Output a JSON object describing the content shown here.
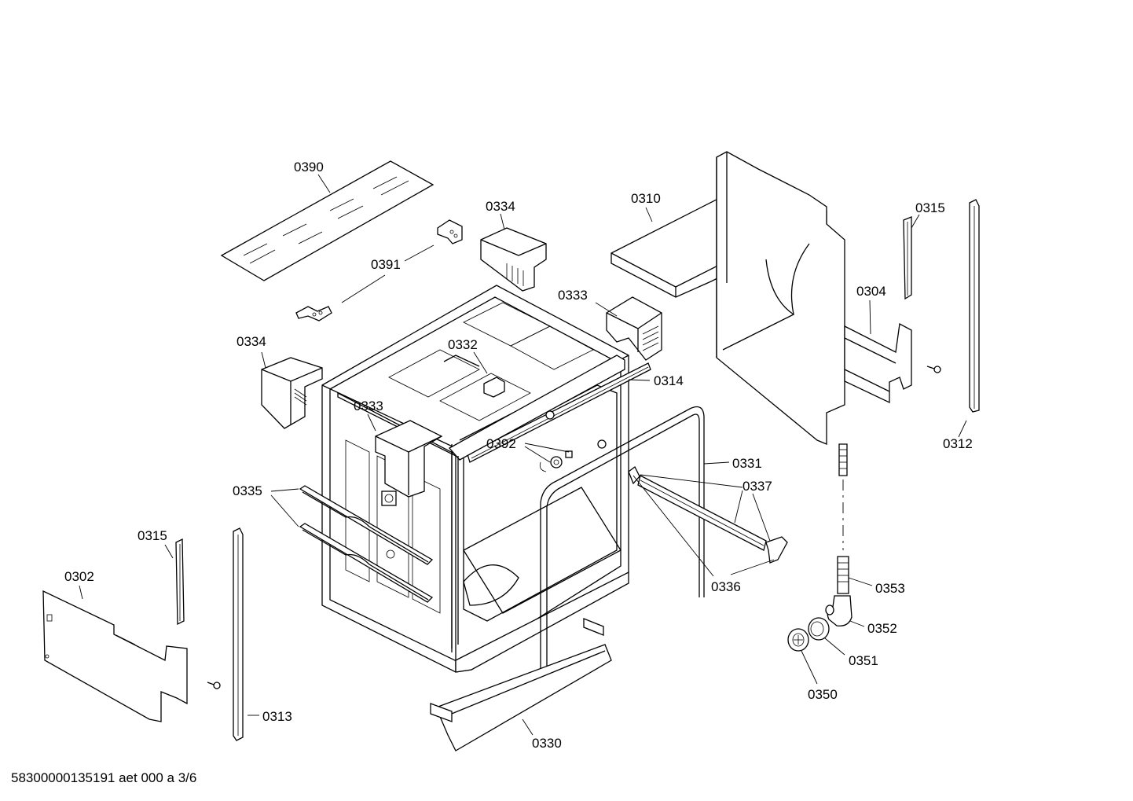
{
  "footer": "58300000135191 aet 000 a 3/6",
  "labels": {
    "l0390": "0390",
    "l0391": "0391",
    "l0334a": "0334",
    "l0334b": "0334",
    "l0333a": "0333",
    "l0333b": "0333",
    "l0332": "0332",
    "l0310": "0310",
    "l0315a": "0315",
    "l0315b": "0315",
    "l0304": "0304",
    "l0314": "0314",
    "l0312": "0312",
    "l0392": "0392",
    "l0331": "0331",
    "l0337": "0337",
    "l0335": "0335",
    "l0336": "0336",
    "l0353": "0353",
    "l0352": "0352",
    "l0351": "0351",
    "l0350": "0350",
    "l0302": "0302",
    "l0313": "0313",
    "l0330": "0330"
  }
}
